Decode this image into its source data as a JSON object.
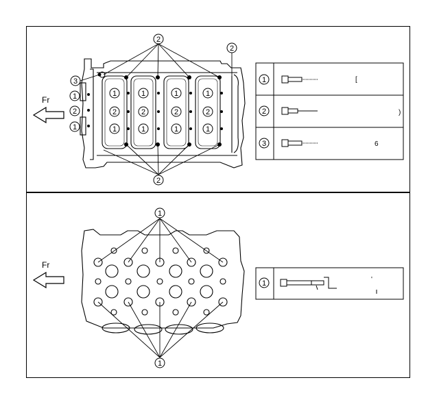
{
  "direction_label": "Fr",
  "top_panel": {
    "callouts": {
      "two": "2",
      "three": "3",
      "one": "1"
    },
    "legend": [
      {
        "index": "1",
        "code": "["
      },
      {
        "index": "2",
        "code": ")"
      },
      {
        "index": "3",
        "code": "6"
      }
    ]
  },
  "bottom_panel": {
    "callouts": {
      "one": "1"
    },
    "legend": [
      {
        "index": "1",
        "code": "'"
      }
    ]
  }
}
